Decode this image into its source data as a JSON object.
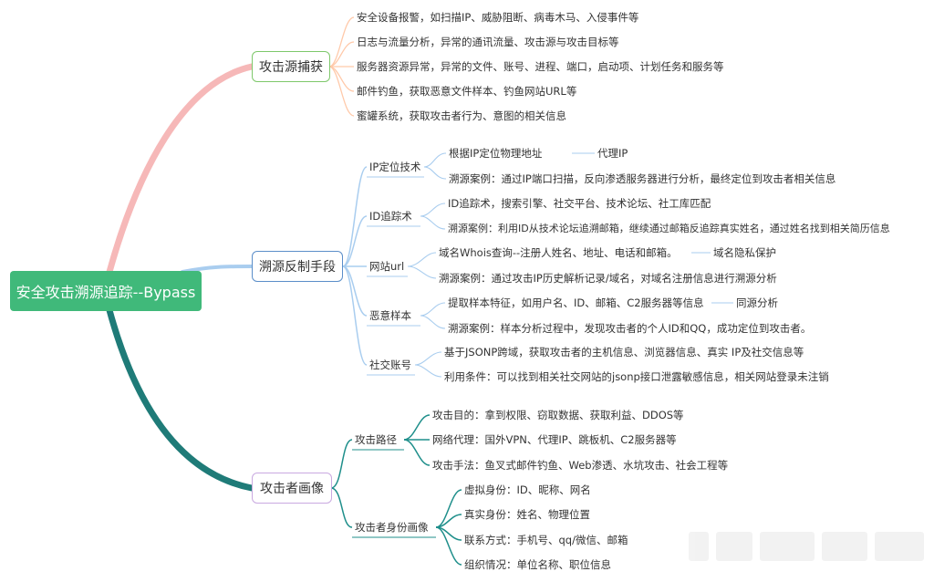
{
  "root": {
    "label": "安全攻击溯源追踪--Bypass"
  },
  "branches": [
    {
      "label": "攻击源捕获",
      "color": "#7ec86b",
      "items": [
        "安全设备报警，如扫描IP、威胁阻断、病毒木马、入侵事件等",
        "日志与流量分析，异常的通讯流量、攻击源与攻击目标等",
        "服务器资源异常，异常的文件、账号、进程、端口，启动项、计划任务和服务等",
        "邮件钓鱼，获取恶意文件样本、钓鱼网站URL等",
        "蜜罐系统，获取攻击者行为、意图的相关信息"
      ]
    },
    {
      "label": "溯源反制手段",
      "color": "#5b8ec9",
      "groups": [
        {
          "label": "IP定位技术",
          "items": [
            {
              "text": "根据IP定位物理地址",
              "extra": "代理IP"
            },
            {
              "text": "溯源案例：通过IP端口扫描，反向渗透服务器进行分析，最终定位到攻击者相关信息"
            }
          ]
        },
        {
          "label": "ID追踪术",
          "items": [
            {
              "text": "ID追踪术，搜索引擎、社交平台、技术论坛、社工库匹配"
            },
            {
              "text": "溯源案例：利用ID从技术论坛追溯邮箱，继续通过邮箱反追踪真实姓名，通过姓名找到相关简历信息"
            }
          ]
        },
        {
          "label": "网站url",
          "items": [
            {
              "text": "域名Whois查询--注册人姓名、地址、电话和邮箱。",
              "extra": "域名隐私保护"
            },
            {
              "text": "溯源案例：通过攻击IP历史解析记录/域名，对域名注册信息进行溯源分析"
            }
          ]
        },
        {
          "label": "恶意样本",
          "items": [
            {
              "text": "提取样本特征，如用户名、ID、邮箱、C2服务器等信息",
              "extra": "同源分析"
            },
            {
              "text": "溯源案例：样本分析过程中，发现攻击者的个人ID和QQ，成功定位到攻击者。"
            }
          ]
        },
        {
          "label": "社交账号",
          "items": [
            {
              "text": "基于JSONP跨域，获取攻击者的主机信息、浏览器信息、真实 IP及社交信息等"
            },
            {
              "text": "利用条件：可以找到相关社交网站的jsonp接口泄露敏感信息，相关网站登录未注销"
            }
          ]
        }
      ]
    },
    {
      "label": "攻击者画像",
      "color": "#2a8f8c",
      "groups": [
        {
          "label": "攻击路径",
          "items": [
            {
              "text": "攻击目的：拿到权限、窃取数据、获取利益、DDOS等"
            },
            {
              "text": "网络代理：国外VPN、代理IP、跳板机、C2服务器等"
            },
            {
              "text": "攻击手法：鱼叉式邮件钓鱼、Web渗透、水坑攻击、社会工程等"
            }
          ]
        },
        {
          "label": "攻击者身份画像",
          "items": [
            {
              "text": "虚拟身份：ID、昵称、网名"
            },
            {
              "text": "真实身份：姓名、物理位置"
            },
            {
              "text": "联系方式：手机号、qq/微信、邮箱"
            },
            {
              "text": "组织情况：单位名称、职位信息"
            }
          ]
        }
      ]
    }
  ]
}
